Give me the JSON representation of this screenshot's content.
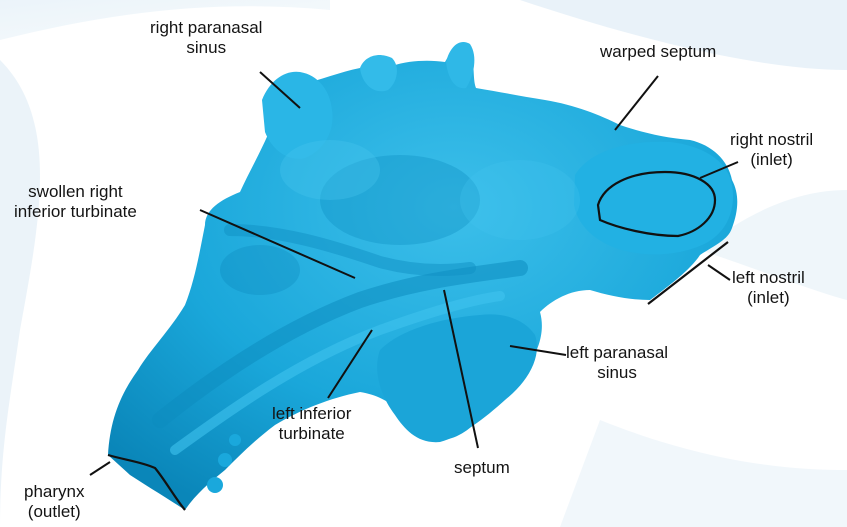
{
  "labels": {
    "right_paranasal_sinus": [
      "right paranasal",
      "sinus"
    ],
    "warped_septum": [
      "warped septum"
    ],
    "right_nostril": [
      "right nostril",
      "(inlet)"
    ],
    "swollen_right_inferior_turbinate": [
      "swollen right",
      "inferior turbinate"
    ],
    "left_nostril": [
      "left nostril",
      "(inlet)"
    ],
    "left_paranasal_sinus": [
      "left paranasal",
      "sinus"
    ],
    "left_inferior_turbinate": [
      "left inferior",
      "turbinate"
    ],
    "septum": [
      "septum"
    ],
    "pharynx": [
      "pharynx",
      "(outlet)"
    ]
  },
  "colors": {
    "model_fill": "#1aaee0",
    "model_shade": "#0b8fc2",
    "model_highlight": "#4cc6ee",
    "background_band": "#d7e8f3",
    "leader_line": "#111111",
    "label_text": "#141414"
  }
}
